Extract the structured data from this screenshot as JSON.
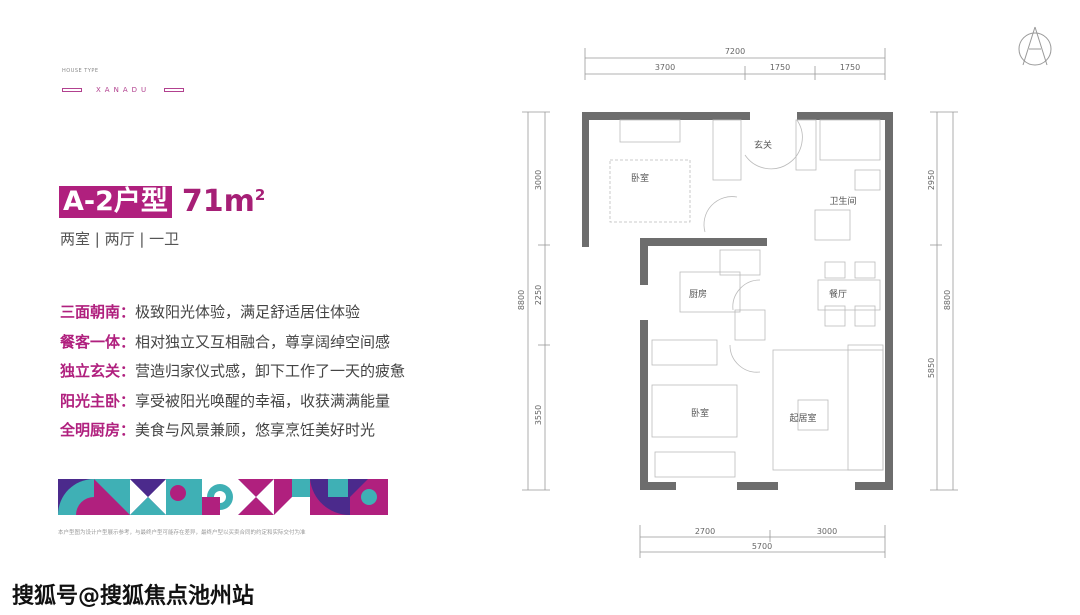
{
  "header": {
    "house_type": "HOUSE TYPE",
    "brand": "XANADU"
  },
  "unit": {
    "name": "A-2户型",
    "area": "71m",
    "area_sup": "2",
    "layout": "两室 | 两厅 | 一卫"
  },
  "features": [
    {
      "key": "三面朝南：",
      "value": "极致阳光体验，满足舒适居住体验"
    },
    {
      "key": "餐客一体：",
      "value": "相对独立又互相融合，尊享阔绰空间感"
    },
    {
      "key": "独立玄关：",
      "value": "营造归家仪式感，卸下工作了一天的疲惫"
    },
    {
      "key": "阳光主卧：",
      "value": "享受被阳光唤醒的幸福，收获满满能量"
    },
    {
      "key": "全明厨房：",
      "value": "美食与风景兼顾，悠享烹饪美好时光"
    }
  ],
  "disclaimer": "本户型图为设计户型展示参考，与最终户型可能存在差异，最终户型以买卖合同的约定和实际交付为准",
  "watermark": "搜狐号@搜狐焦点池州站",
  "plan": {
    "rooms": {
      "bedroom1": "卧室",
      "foyer": "玄关",
      "bathroom": "卫生间",
      "kitchen": "厨房",
      "dining": "餐厅",
      "bedroom2": "卧室",
      "living": "起居室"
    },
    "dims": {
      "top_total": "7200",
      "top_1": "3700",
      "top_2": "1750",
      "top_3": "1750",
      "left_total": "8800",
      "left_1": "3000",
      "left_2": "2250",
      "left_3": "3550",
      "right_total": "8800",
      "right_1": "2950",
      "right_2": "5850",
      "bottom_1": "2700",
      "bottom_2": "3000",
      "bottom_total": "5700"
    }
  },
  "colors": {
    "accent": "#b0207e",
    "teal": "#3fb0b5",
    "purple": "#4b2a8c",
    "wall": "#6d6d6d"
  }
}
